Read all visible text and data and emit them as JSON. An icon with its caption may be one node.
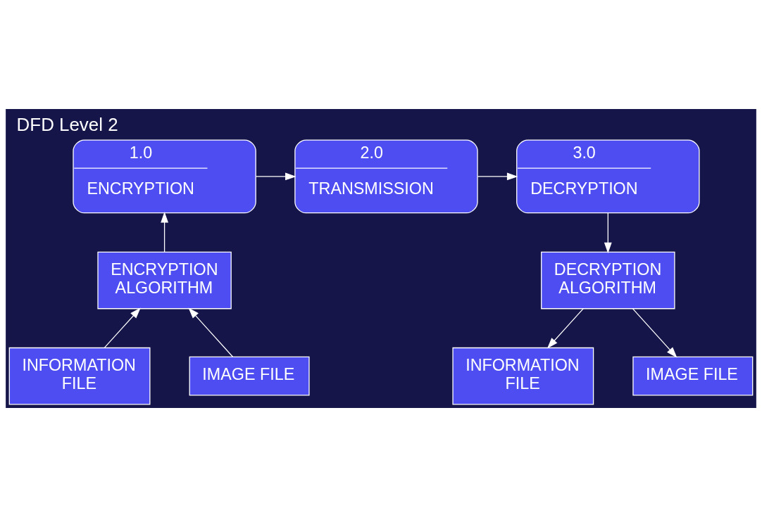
{
  "diagram": {
    "title": "DFD Level 2",
    "nodes": [
      {
        "text": [
          "1.0",
          "ENCRYPTION"
        ]
      },
      {
        "text": [
          "2.0",
          "TRANSMISSION"
        ]
      },
      {
        "text": [
          "3.0",
          "DECRYPTION"
        ]
      },
      {
        "text": [
          "ENCRYPTION ALGORITHM"
        ]
      },
      {
        "text": [
          "DECRYPTION ALGORITHM"
        ]
      },
      {
        "text": [
          "INFORMATION FILE"
        ]
      },
      {
        "text": [
          "IMAGE FILE"
        ]
      },
      {
        "text": [
          "INFORMATION FILE"
        ]
      },
      {
        "text": [
          "IMAGE FILE"
        ]
      }
    ],
    "edges": [
      {
        "from": 0,
        "to": 1,
        "arrow": "to"
      },
      {
        "from": 1,
        "to": 2,
        "arrow": "to"
      },
      {
        "from": 3,
        "to": 0,
        "arrow": "to"
      },
      {
        "from": 2,
        "to": 4,
        "arrow": "to"
      },
      {
        "from": 5,
        "to": 3,
        "arrow": "to"
      },
      {
        "from": 6,
        "to": 3,
        "arrow": "to"
      },
      {
        "from": 4,
        "to": 7,
        "arrow": "to"
      },
      {
        "from": 4,
        "to": 8,
        "arrow": "to"
      }
    ]
  }
}
